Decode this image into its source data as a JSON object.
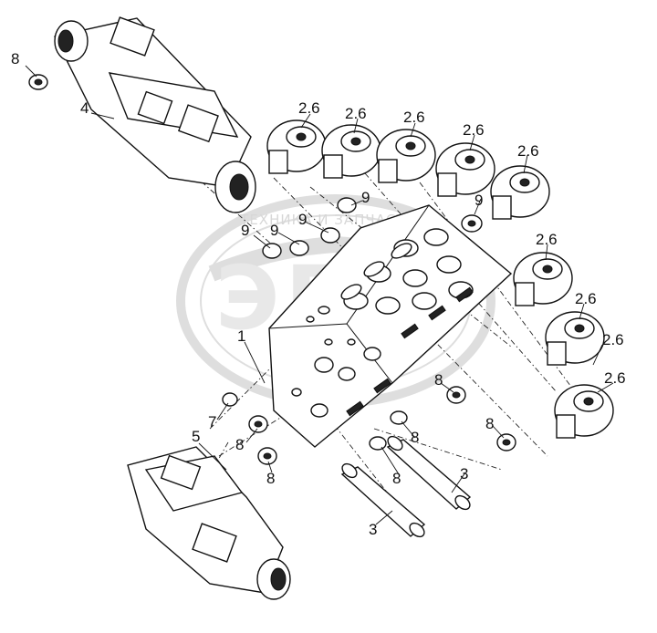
{
  "watermark": {
    "text": "ТЕХНИКА И ЗАПЧАСТИ",
    "logo_letters": "ЭПФ"
  },
  "callouts": {
    "c8a": "8",
    "c4": "4",
    "c26a": "2.6",
    "c26b": "2.6",
    "c26c": "2.6",
    "c26d": "2.6",
    "c26e": "2.6",
    "c26f": "2.6",
    "c26g": "2.6",
    "c26h": "2.6",
    "c26i": "2.6",
    "c9a": "9",
    "c9b": "9",
    "c9c": "9",
    "c9d": "9",
    "c9e": "9",
    "c1": "1",
    "c7": "7",
    "c5": "5",
    "c8b": "8",
    "c8c": "8",
    "c8d": "8",
    "c8e": "8",
    "c8f": "8",
    "c8g": "8",
    "c3a": "3",
    "c3b": "3"
  },
  "colors": {
    "ink": "#111111",
    "watermark": "#c4c4c4",
    "paper": "#ffffff"
  }
}
